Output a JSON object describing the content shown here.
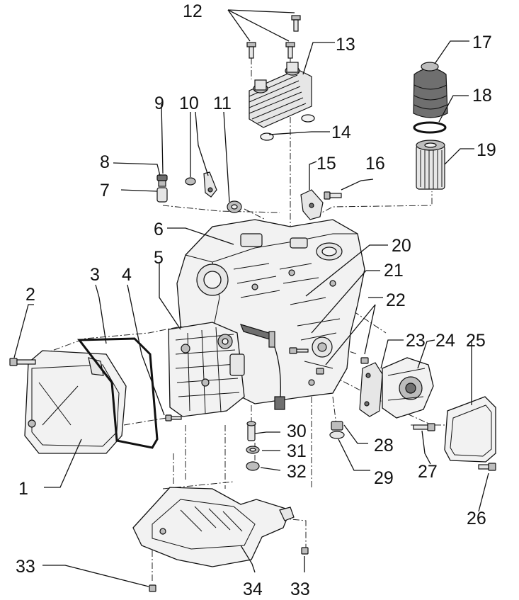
{
  "diagram": {
    "callouts": [
      "1",
      "2",
      "3",
      "4",
      "5",
      "6",
      "7",
      "8",
      "9",
      "10",
      "11",
      "12",
      "13",
      "14",
      "15",
      "16",
      "17",
      "18",
      "19",
      "20",
      "21",
      "22",
      "23",
      "24",
      "25",
      "26",
      "27",
      "28",
      "29",
      "30",
      "31",
      "32",
      "33",
      "33",
      "34"
    ]
  },
  "colors": {
    "line": "#111111",
    "part_fill": "#f2f2f2",
    "shade_dark": "#6f6f6f",
    "shade_mid": "#bdbdbd"
  }
}
